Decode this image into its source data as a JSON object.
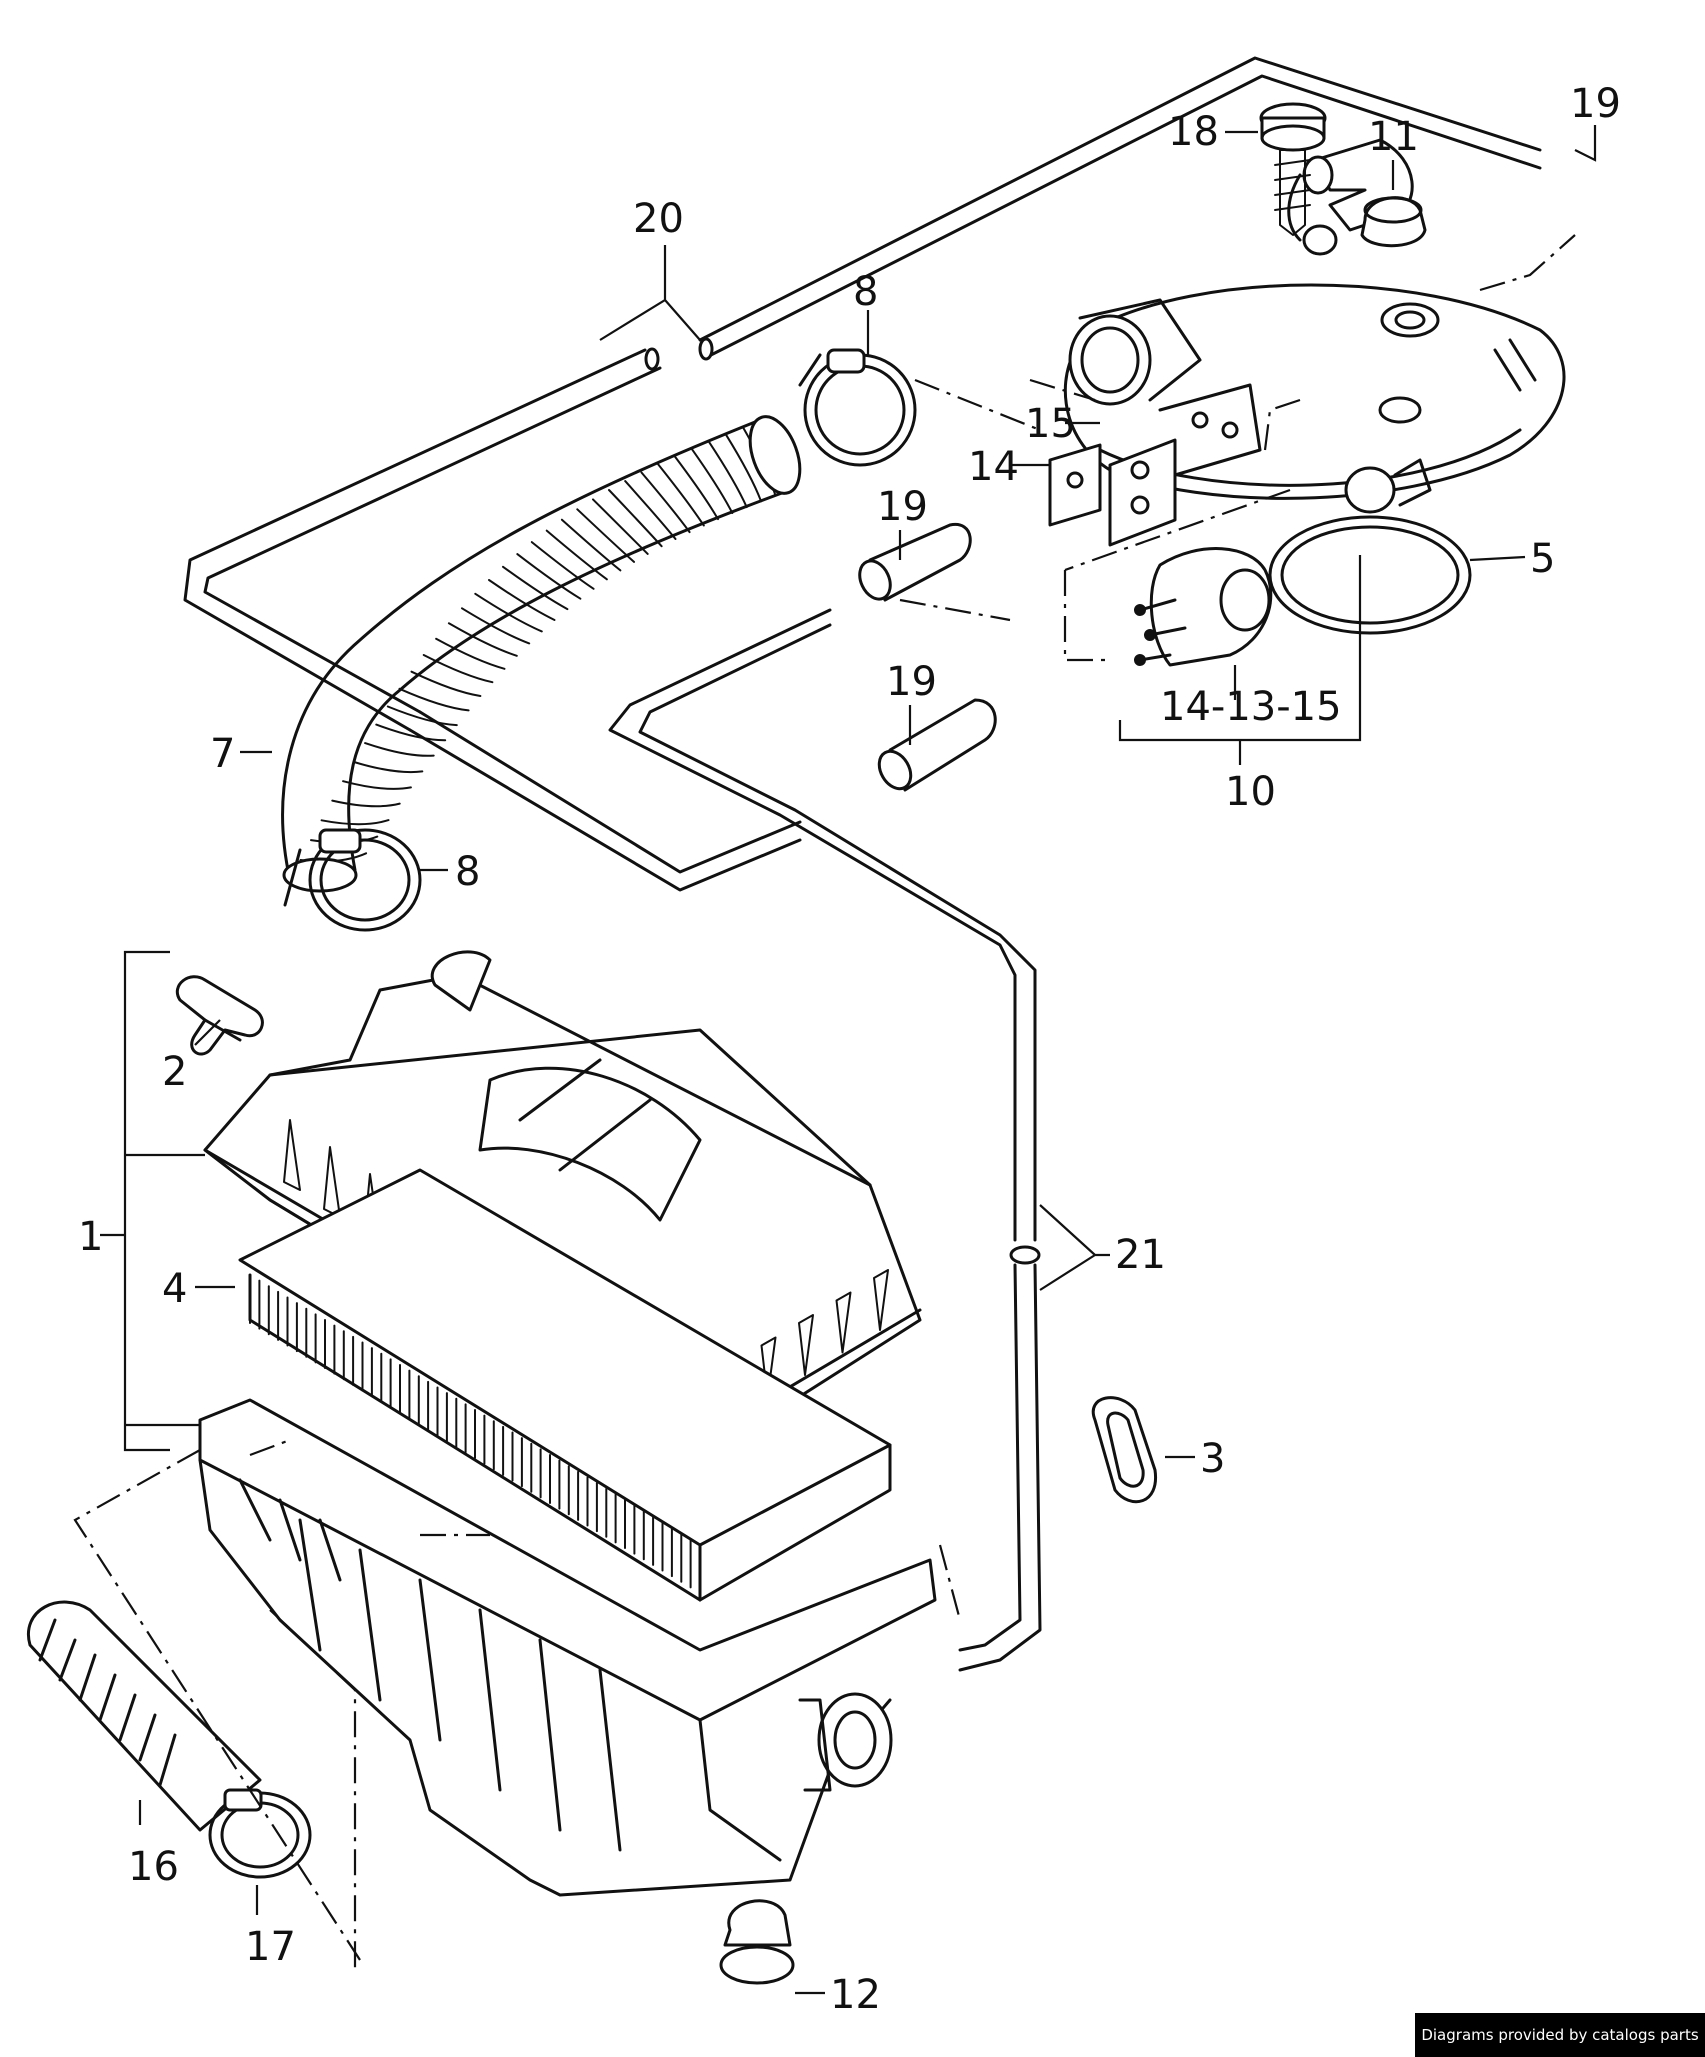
{
  "callouts": {
    "c1": "1",
    "c2": "2",
    "c3": "3",
    "c4": "4",
    "c5": "5",
    "c7": "7",
    "c8_top": "8",
    "c8_bottom": "8",
    "c10": "10",
    "c11": "11",
    "c12": "12",
    "c14_left": "14",
    "c15_left": "15",
    "c14_13_15": "14-13-15",
    "c16": "16",
    "c17": "17",
    "c18": "18",
    "c19_top": "19",
    "c19_mid": "19",
    "c19_low": "19",
    "c20": "20",
    "c21": "21"
  },
  "credit": "Diagrams provided by catalogs parts"
}
